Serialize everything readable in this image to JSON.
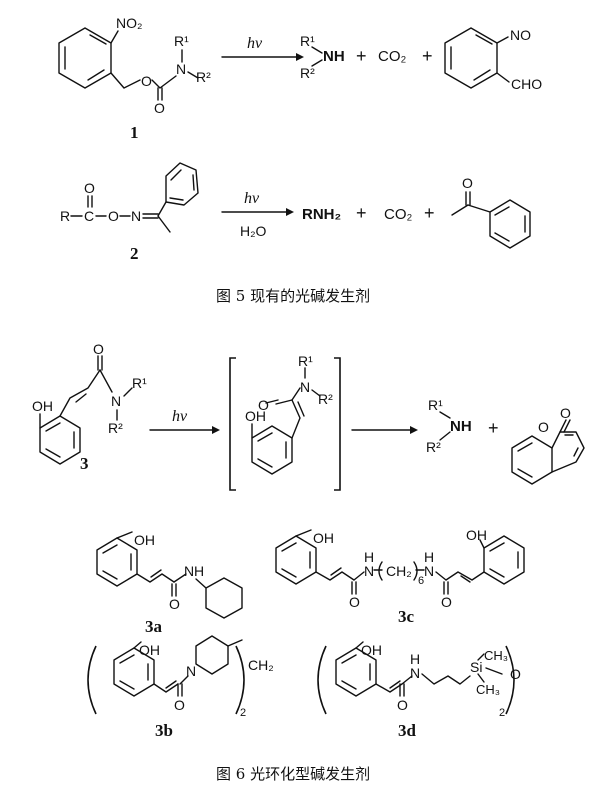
{
  "figure5": {
    "caption": "图 5  现有的光碱发生剂",
    "scheme1": {
      "label": "1",
      "reagent": "hν",
      "r1": "R¹",
      "r2": "R²",
      "no2": "NO₂",
      "n": "N",
      "o": "O",
      "amine_nh": "NH",
      "plus": "+",
      "co2": "CO₂",
      "no": "NO",
      "cho": "CHO"
    },
    "scheme2": {
      "label": "2",
      "reagent_top": "hν",
      "reagent_bottom": "H₂O",
      "r": "R",
      "c": "C",
      "o": "O",
      "n": "N",
      "product_amine": "RNH₂",
      "plus": "+",
      "co2": "CO₂"
    }
  },
  "figure6": {
    "caption": "图 6  光环化型碱发生剂",
    "scheme3": {
      "label": "3",
      "reagent": "hν",
      "oh": "OH",
      "o": "O",
      "n": "N",
      "r1": "R¹",
      "r2": "R²",
      "amine_nh": "NH",
      "plus": "+"
    },
    "compounds": {
      "3a": {
        "label": "3a",
        "oh": "OH",
        "nh": "N",
        "h": "H",
        "o": "O"
      },
      "3b": {
        "label": "3b",
        "oh": "OH",
        "n": "N",
        "o": "O",
        "ch2": "CH₂",
        "sub": "2"
      },
      "3c": {
        "label": "3c",
        "oh": "OH",
        "n_left": "N",
        "h_left": "H",
        "ch2": "CH₂",
        "sub": "6",
        "h_right": "H",
        "n_right": "N",
        "o": "O"
      },
      "3d": {
        "label": "3d",
        "oh": "OH",
        "n": "N",
        "h": "H",
        "o": "O",
        "si": "Si",
        "ch3": "CH₃",
        "o_link": "O",
        "sub": "2"
      }
    }
  }
}
